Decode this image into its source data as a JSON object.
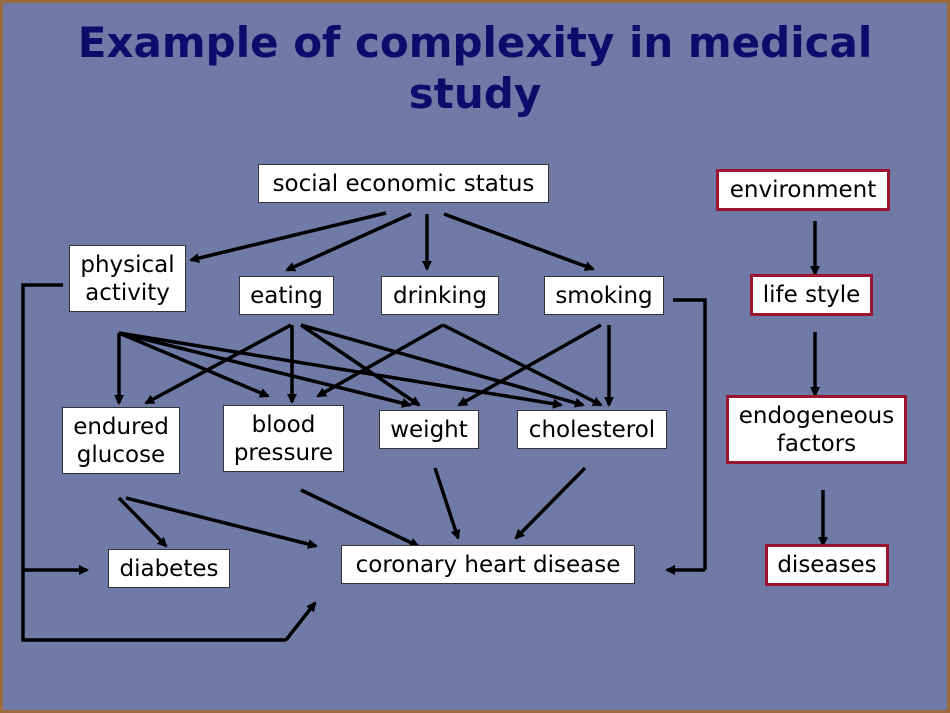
{
  "title": "Example of complexity in medical study",
  "nodes": {
    "ses": "social economic status",
    "physical": "physical\nactivity",
    "eating": "eating",
    "drinking": "drinking",
    "smoking": "smoking",
    "glucose": "endured\nglucose",
    "bp": "blood\npressure",
    "weight": "weight",
    "cholesterol": "cholesterol",
    "diabetes": "diabetes",
    "chd": "coronary heart disease"
  },
  "hierarchy": {
    "environment": "environment",
    "lifestyle": "life style",
    "endogenous": "endogeneous\nfactors",
    "diseases": "diseases"
  },
  "colors": {
    "background": "#6f7aa6",
    "title": "#0b0c6b",
    "hierarchy_border": "#9b1531",
    "arrow": "#000000"
  }
}
